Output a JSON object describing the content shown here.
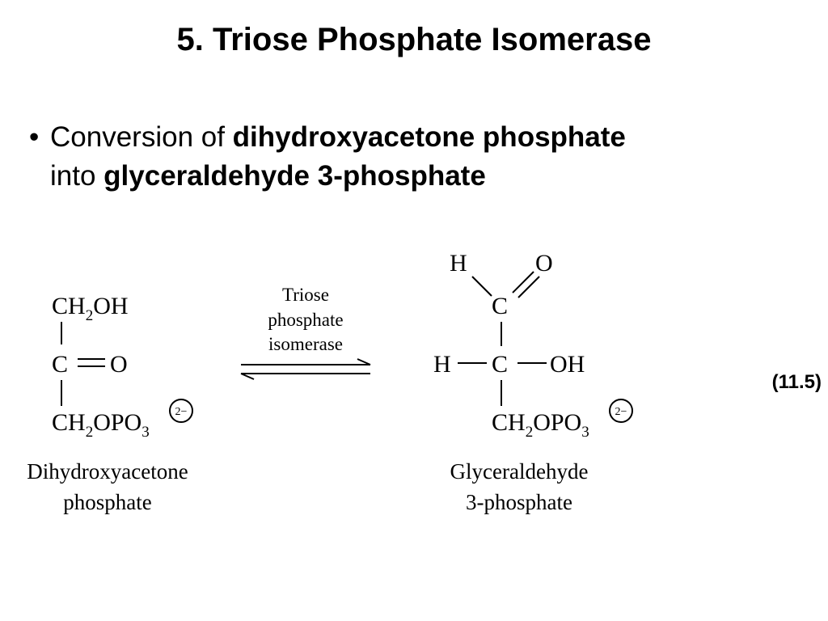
{
  "title": "5.  Triose Phosphate Isomerase",
  "bullet": {
    "dot": "•",
    "prefix": "Conversion of ",
    "bold1": "dihydroxyacetone phosphate",
    "middle": "into ",
    "bold2": "glyceraldehyde 3-phosphate"
  },
  "reaction": {
    "enzyme_lines": [
      "Triose",
      "phosphate",
      "isomerase"
    ],
    "equation_number": "(11.5)",
    "substrate": {
      "top_group": "CH",
      "top_sub": "2",
      "top_tail": "OH",
      "center_atom": "C",
      "double_bond_atom": "O",
      "bottom_group": "CH",
      "bottom_sub": "2",
      "bottom_mid": "OPO",
      "bottom_sub2": "3",
      "charge": "2−",
      "name_line1": "Dihydroxyacetone",
      "name_line2": "phosphate"
    },
    "product": {
      "h_top": "H",
      "o_top": "O",
      "aldehyde_c": "C",
      "h_left": "H",
      "center_c": "C",
      "oh_right": "OH",
      "bottom_group": "CH",
      "bottom_sub": "2",
      "bottom_mid": "OPO",
      "bottom_sub2": "3",
      "charge": "2−",
      "name_line1": "Glyceraldehyde",
      "name_line2": "3-phosphate"
    }
  }
}
